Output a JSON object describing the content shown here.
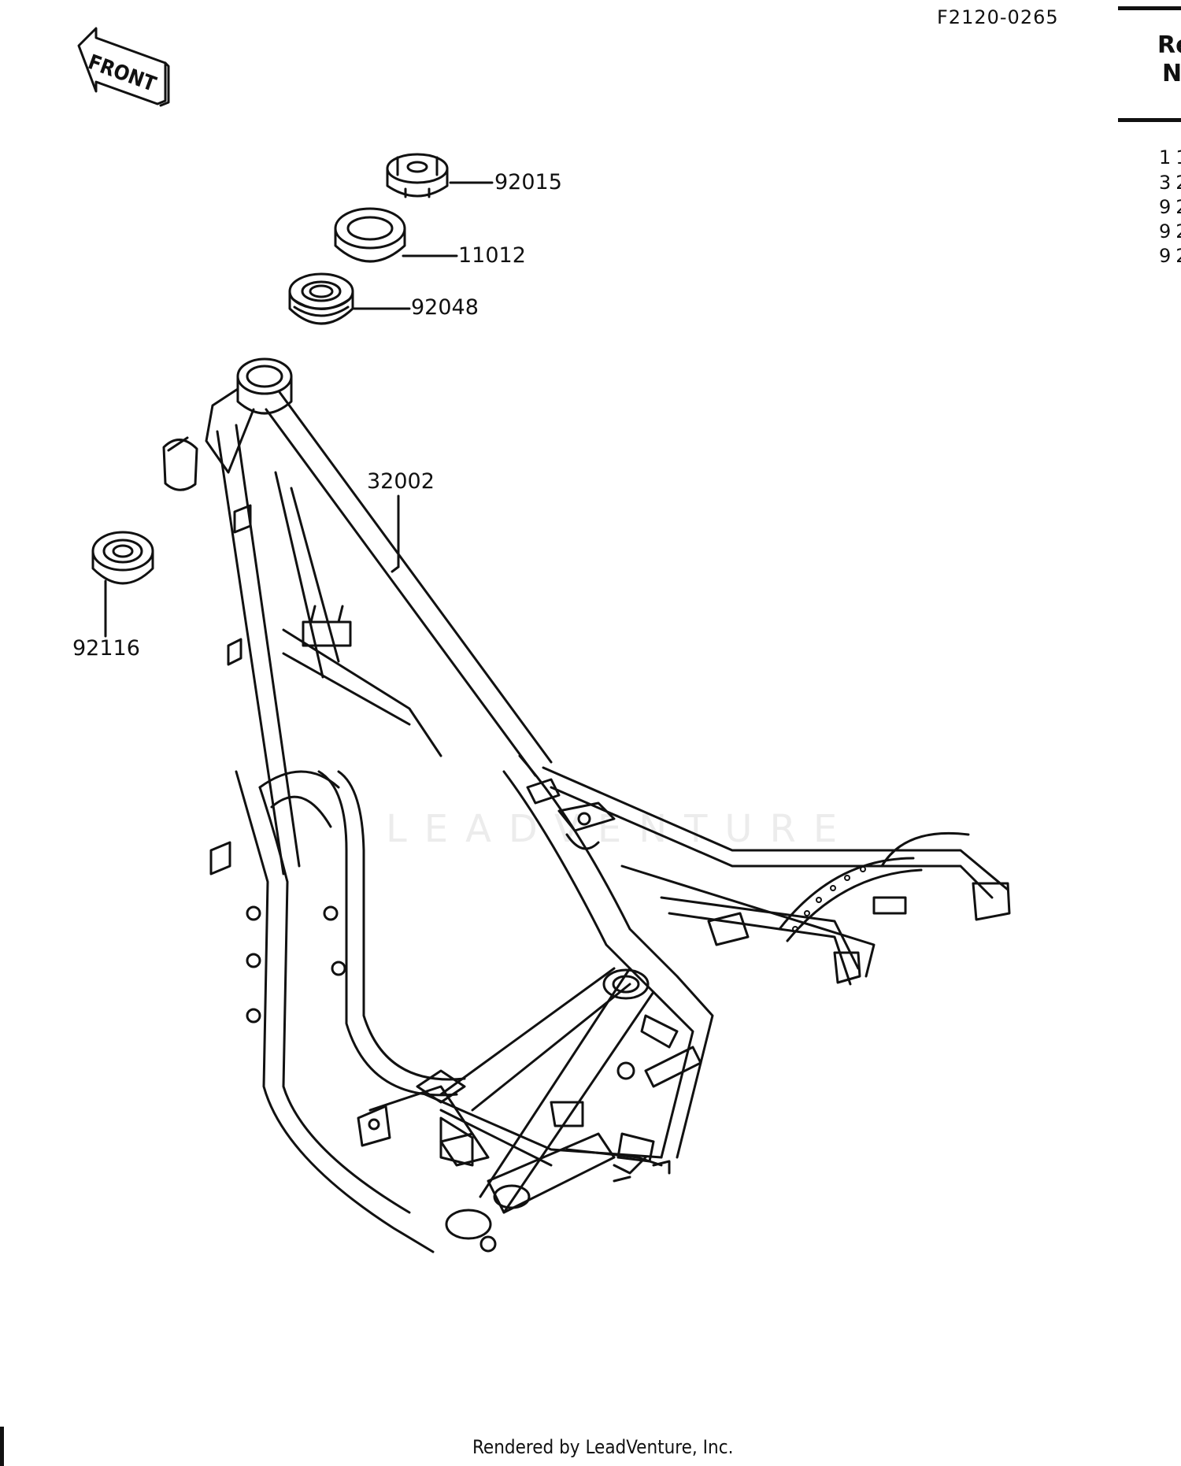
{
  "diagram": {
    "code": "F2120-0265",
    "front_label": "FRONT",
    "watermark": "LEADVENTURE",
    "footer": "Rendered by LeadVenture, Inc.",
    "callouts": [
      {
        "id": "92015"
      },
      {
        "id": "11012"
      },
      {
        "id": "92048"
      },
      {
        "id": "32002"
      },
      {
        "id": "92116"
      }
    ]
  },
  "side_panel": {
    "header_line1": "Re",
    "header_line2": "N",
    "rows": [
      "11",
      "32",
      "92",
      "92",
      "92"
    ]
  }
}
